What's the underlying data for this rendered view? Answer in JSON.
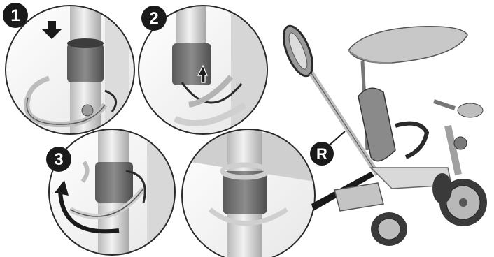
{
  "steps": [
    {
      "number": "1"
    },
    {
      "number": "2"
    },
    {
      "number": "3"
    }
  ],
  "callout": {
    "letter": "R"
  },
  "colors": {
    "badge": "#1a1a1a",
    "line": "#2a2a2a",
    "frame": "#d9d9d9",
    "frame_shadow": "#9a9a9a",
    "canopy": "#c8c8c8",
    "seat": "#8a8a8a",
    "collar": "#6a6a6a"
  },
  "icons": [
    "arrow-down-icon",
    "arrow-up-icon",
    "curved-arrow-icon"
  ]
}
